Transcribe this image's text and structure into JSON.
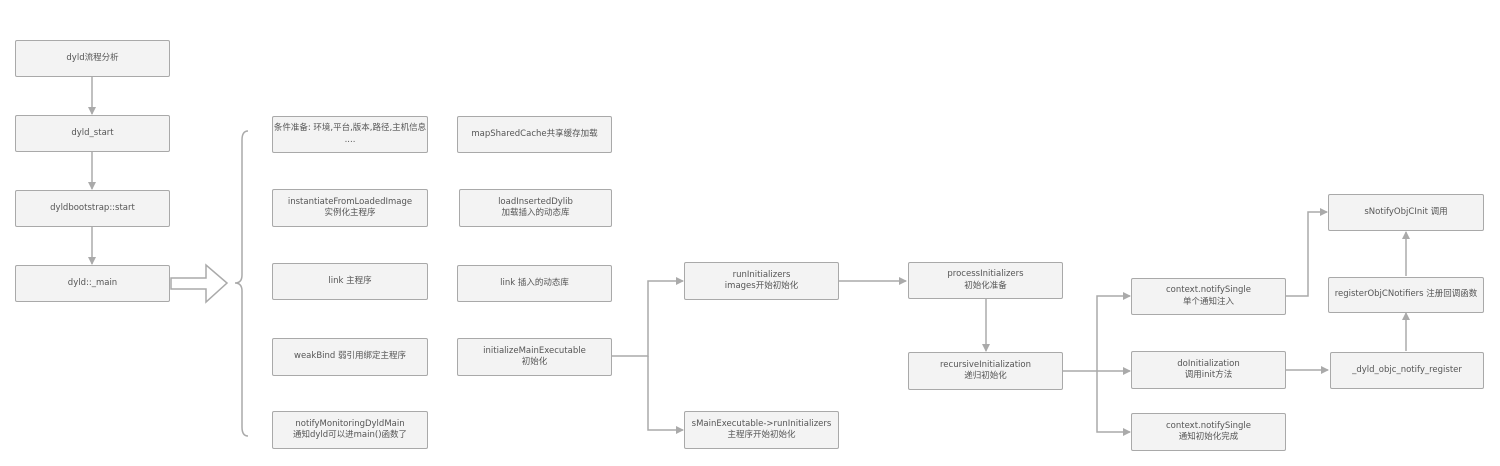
{
  "colors": {
    "box_fill": "#f3f3f3",
    "box_border": "#a9a9a9",
    "connector": "#aaaaaa",
    "text": "#555555"
  },
  "nodes": {
    "dyld_flow": {
      "line1": "dyld流程分析"
    },
    "dyld_start": {
      "line1": "dyld_start"
    },
    "dyldbootstrap_start": {
      "line1": "dyldbootstrap::start"
    },
    "dyld_main": {
      "line1": "dyld::_main"
    },
    "env_prep": {
      "line1": "条件准备: 环境,平台,版本,路径,主机信息",
      "line2": "...."
    },
    "map_shared_cache": {
      "line1": "mapSharedCache共享缓存加载"
    },
    "instantiate": {
      "line1": "instantiateFromLoadedImage",
      "line2": "实例化主程序"
    },
    "load_inserted": {
      "line1": "loadInsertedDylib",
      "line2": "加载插入的动态库"
    },
    "link_main": {
      "line1": "link 主程序"
    },
    "link_inserted": {
      "line1": "link 插入的动态库"
    },
    "weak_bind": {
      "line1": "weakBind 弱引用绑定主程序"
    },
    "init_main_exec": {
      "line1": "initializeMainExecutable",
      "line2": "初始化"
    },
    "notify_monitoring": {
      "line1": "notifyMonitoringDyldMain",
      "line2": "通知dyld可以进main()函数了"
    },
    "run_initializers": {
      "line1": "runInitializers",
      "line2": "images开始初始化"
    },
    "smain_run_initializers": {
      "line1": "sMainExecutable->runInitializers",
      "line2": "主程序开始初始化"
    },
    "process_initializers": {
      "line1": "processInitializers",
      "line2": "初始化准备"
    },
    "recursive_init": {
      "line1": "recursiveInitialization",
      "line2": "递归初始化"
    },
    "notify_single_1": {
      "line1": "context.notifySingle",
      "line2": "单个通知注入"
    },
    "do_initialization": {
      "line1": "doInitialization",
      "line2": "调用init方法"
    },
    "notify_single_2": {
      "line1": "context.notifySingle",
      "line2": "通知初始化完成"
    },
    "snotify_objc_init": {
      "line1": "sNotifyObjCInit 调用"
    },
    "register_objc_notifiers": {
      "line1": "registerObjCNotifiers 注册回调函数"
    },
    "dyld_objc_notify_register": {
      "line1": "_dyld_objc_notify_register"
    }
  }
}
